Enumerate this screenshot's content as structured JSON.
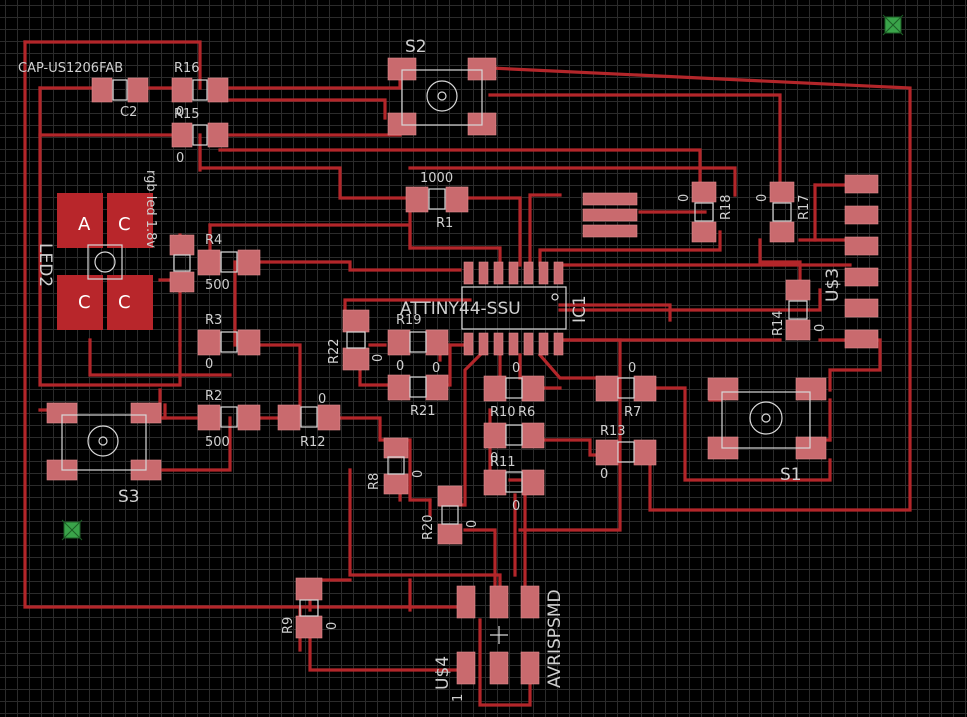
{
  "board": {
    "components": {
      "cap": {
        "value": "CAP-US1206FAB",
        "name": "C2"
      },
      "r16": {
        "name": "R16",
        "value": "0"
      },
      "r15": {
        "name": "R15",
        "value": "0"
      },
      "s2": {
        "name": "S2"
      },
      "s1": {
        "name": "S1"
      },
      "s3": {
        "name": "S3"
      },
      "r1": {
        "name": "R1",
        "value": "1000"
      },
      "r18": {
        "name": "R18",
        "value": "0"
      },
      "r17": {
        "name": "R17",
        "value": "0"
      },
      "us3": {
        "name": "U$3"
      },
      "r14": {
        "name": "R14",
        "value": "0"
      },
      "led": {
        "name": "LED2",
        "value": "rgb led 1.8v",
        "pad_labels": [
          "A",
          "C",
          "C",
          "C"
        ]
      },
      "r4": {
        "name": "R4",
        "value": "500"
      },
      "r3": {
        "name": "R3",
        "value": "0"
      },
      "r2": {
        "name": "R2",
        "value": "500"
      },
      "r12": {
        "name": "R12",
        "value": "0"
      },
      "r22": {
        "name": "R22",
        "value": "0"
      },
      "r19": {
        "name": "R19",
        "value": "0"
      },
      "r21": {
        "name": "R21",
        "value": "0"
      },
      "ic1": {
        "name": "IC1",
        "value": "ATTINY44-SSU"
      },
      "r10": {
        "name": "R10",
        "value": "0"
      },
      "r6": {
        "name": "R6",
        "value": "0"
      },
      "r7": {
        "name": "R7",
        "value": "0"
      },
      "r13": {
        "name": "R13",
        "value": "0"
      },
      "r11": {
        "name": "R11",
        "value": "0"
      },
      "r8": {
        "name": "R8",
        "value": "0"
      },
      "r20": {
        "name": "R20",
        "value": "0"
      },
      "r9": {
        "name": "R9",
        "value": "0"
      },
      "avr": {
        "name": "AVRISPSMD"
      },
      "us4": {
        "name": "U$4",
        "value": "1"
      }
    }
  }
}
